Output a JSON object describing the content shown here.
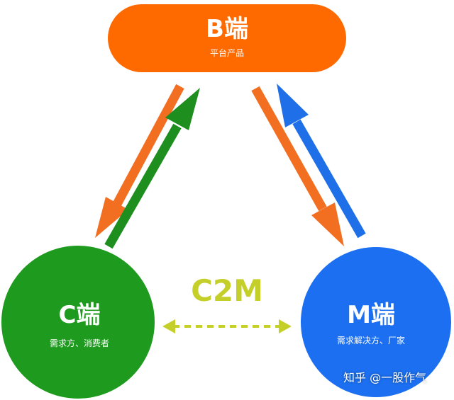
{
  "nodes": {
    "b": {
      "title": "B端",
      "subtitle": "平台产品",
      "color": "#ff6a00"
    },
    "c": {
      "title": "C端",
      "subtitle": "需求方、消费者",
      "color": "#1e9a1e"
    },
    "m": {
      "title": "M端",
      "subtitle": "需求解决方、厂家",
      "color": "#1b6ff0"
    }
  },
  "center": {
    "label": "C2M",
    "color": "#c5cf2a"
  },
  "arrow_colors": {
    "orange": "#f26f21",
    "green": "#1e8f1e",
    "blue": "#1f6fe8"
  },
  "watermark": "知乎 @一股作气"
}
